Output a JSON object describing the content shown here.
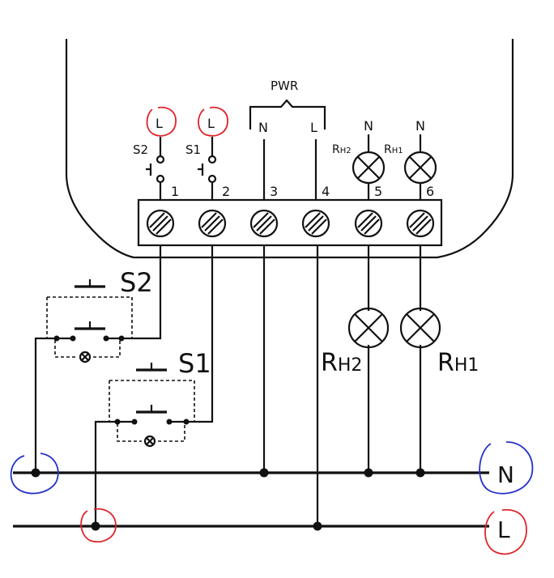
{
  "labels": {
    "pwr": "PWR",
    "pwr_n": "N",
    "pwr_l": "L",
    "top_l1": "L",
    "top_l2": "L",
    "s2_small": "S2",
    "s1_small": "S1",
    "t1": "1",
    "t2": "2",
    "t3": "3",
    "t4": "4",
    "t5": "5",
    "t6": "6",
    "lamp_n1": "N",
    "lamp_n2": "N",
    "rh2_small_r": "R",
    "rh2_small_sub": "H2",
    "rh1_small_r": "R",
    "rh1_small_sub": "H1",
    "s2_big": "S2",
    "s1_big": "S1",
    "rh2_big_r": "R",
    "rh2_big_sub": "H2",
    "rh1_big_r": "R",
    "rh1_big_sub": "H1",
    "bus_n": "N",
    "bus_l": "L"
  },
  "colors": {
    "line": "#111111",
    "highlight_l": "#e0242a",
    "highlight_n": "#2430c8"
  }
}
